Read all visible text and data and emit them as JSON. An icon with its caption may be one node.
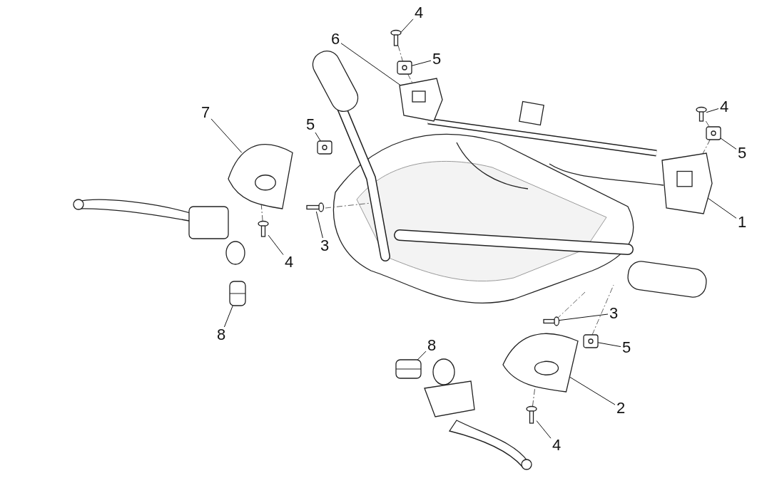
{
  "diagram": {
    "nodes": [
      {
        "text": [
          "4"
        ]
      },
      {
        "text": [],
        "shape": "picture"
      },
      {
        "text": [
          "6"
        ]
      },
      {
        "text": [],
        "shape": "picture"
      },
      {
        "text": [
          "5"
        ]
      },
      {
        "text": [],
        "shape": "picture"
      },
      {
        "text": [
          "4"
        ]
      },
      {
        "text": [],
        "shape": "picture"
      },
      {
        "text": [
          "7"
        ]
      },
      {
        "text": [],
        "shape": "picture"
      },
      {
        "text": [
          "5"
        ]
      },
      {
        "text": [],
        "shape": "picture"
      },
      {
        "text": [
          "5"
        ]
      },
      {
        "text": [],
        "shape": "picture"
      },
      {
        "text": [
          "1"
        ]
      },
      {
        "text": [],
        "shape": "picture"
      },
      {
        "text": [
          "3"
        ]
      },
      {
        "text": [],
        "shape": "picture"
      },
      {
        "text": [
          "4"
        ]
      },
      {
        "text": [],
        "shape": "picture"
      },
      {
        "text": [
          "3"
        ]
      },
      {
        "text": [],
        "shape": "picture"
      },
      {
        "text": [
          "8"
        ]
      },
      {
        "text": [],
        "shape": "picture"
      },
      {
        "text": [
          "8"
        ]
      },
      {
        "text": [],
        "shape": "picture"
      },
      {
        "text": [
          "5"
        ]
      },
      {
        "text": [],
        "shape": "picture"
      },
      {
        "text": [
          "2"
        ]
      },
      {
        "text": [],
        "shape": "picture"
      },
      {
        "text": [
          "4"
        ]
      },
      {
        "text": [],
        "shape": "picture"
      }
    ],
    "edges": [
      {
        "from": 0,
        "to": 1,
        "arrow": "none"
      },
      {
        "from": 2,
        "to": 3,
        "arrow": "none"
      },
      {
        "from": 4,
        "to": 5,
        "arrow": "none"
      },
      {
        "from": 6,
        "to": 7,
        "arrow": "none"
      },
      {
        "from": 8,
        "to": 9,
        "arrow": "none"
      },
      {
        "from": 10,
        "to": 11,
        "arrow": "none"
      },
      {
        "from": 12,
        "to": 13,
        "arrow": "none"
      },
      {
        "from": 14,
        "to": 15,
        "arrow": "none"
      },
      {
        "from": 16,
        "to": 17,
        "arrow": "none"
      },
      {
        "from": 18,
        "to": 19,
        "arrow": "none"
      },
      {
        "from": 20,
        "to": 21,
        "arrow": "none"
      },
      {
        "from": 22,
        "to": 23,
        "arrow": "none"
      },
      {
        "from": 24,
        "to": 25,
        "arrow": "none"
      },
      {
        "from": 26,
        "to": 27,
        "arrow": "none"
      },
      {
        "from": 28,
        "to": 29,
        "arrow": "none"
      },
      {
        "from": 30,
        "to": 31,
        "arrow": "none"
      },
      {
        "from": 1,
        "to": 5,
        "arrow": "none",
        "style": "dashed"
      },
      {
        "from": 5,
        "to": 3,
        "arrow": "none",
        "style": "dashed"
      },
      {
        "from": 7,
        "to": 13,
        "arrow": "none",
        "style": "dashed"
      },
      {
        "from": 13,
        "to": 15,
        "arrow": "none",
        "style": "dashed"
      },
      {
        "from": 19,
        "to": 9,
        "arrow": "none",
        "style": "dashed"
      },
      {
        "from": 31,
        "to": 29,
        "arrow": "none",
        "style": "dashed"
      }
    ]
  }
}
